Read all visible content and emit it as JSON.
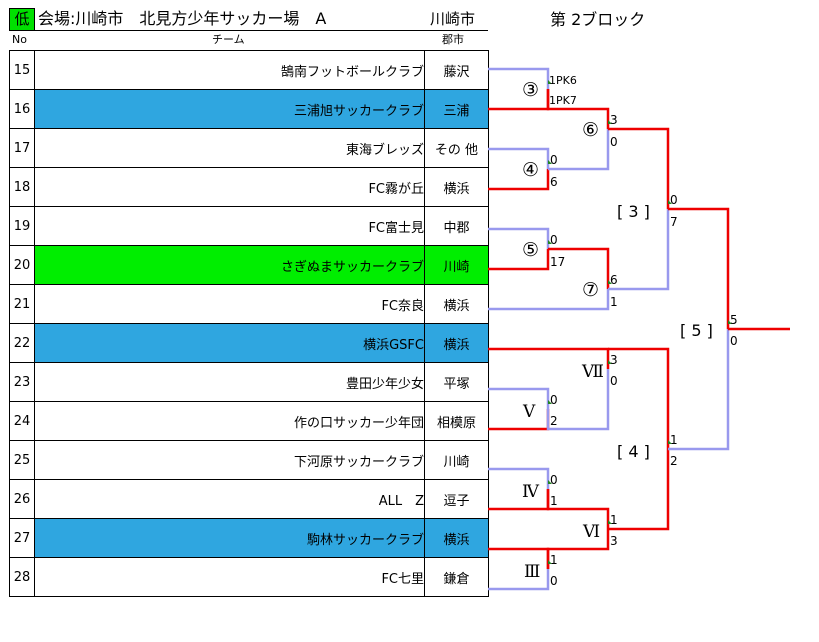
{
  "header": {
    "badge": "低",
    "venue": "会場:川崎市　北見方少年サッカー場　A",
    "city": "川崎市",
    "block": "第 2ブロック",
    "col_no": "No",
    "col_team": "チーム",
    "col_city": "郡市"
  },
  "colors": {
    "win_line": "#ee0000",
    "loss_line": "#9999ee",
    "blue_row": "#2fa6e0",
    "green_row": "#00ee00",
    "badge": "#00e000"
  },
  "teams": [
    {
      "no": "15",
      "name": "鵠南フットボールクラブ",
      "city": "藤沢",
      "hl": ""
    },
    {
      "no": "16",
      "name": "三浦旭サッカークラブ",
      "city": "三浦",
      "hl": "blue"
    },
    {
      "no": "17",
      "name": "東海ブレッズ",
      "city": "その 他",
      "hl": ""
    },
    {
      "no": "18",
      "name": "FC霧が丘",
      "city": "横浜",
      "hl": ""
    },
    {
      "no": "19",
      "name": "FC富士見",
      "city": "中郡",
      "hl": ""
    },
    {
      "no": "20",
      "name": "さぎぬまサッカークラブ",
      "city": "川崎",
      "hl": "green"
    },
    {
      "no": "21",
      "name": "FC奈良",
      "city": "横浜",
      "hl": ""
    },
    {
      "no": "22",
      "name": "横浜GSFC",
      "city": "横浜",
      "hl": "blue"
    },
    {
      "no": "23",
      "name": "豊田少年少女",
      "city": "平塚",
      "hl": ""
    },
    {
      "no": "24",
      "name": "作の口サッカー少年団",
      "city": "相模原",
      "hl": ""
    },
    {
      "no": "25",
      "name": "下河原サッカークラブ",
      "city": "川崎",
      "hl": ""
    },
    {
      "no": "26",
      "name": "ALL　Z",
      "city": "逗子",
      "hl": ""
    },
    {
      "no": "27",
      "name": "駒林サッカークラブ",
      "city": "横浜",
      "hl": "blue"
    },
    {
      "no": "28",
      "name": "FC七里",
      "city": "鎌倉",
      "hl": ""
    }
  ],
  "bracket": {
    "m3": {
      "label": "③",
      "top": "1PK6",
      "bottom": "1PK7"
    },
    "m4": {
      "label": "④",
      "top": "0",
      "bottom": "6"
    },
    "m5": {
      "label": "⑤",
      "top": "0",
      "bottom": "17"
    },
    "m6": {
      "label": "⑥",
      "top": "3",
      "bottom": "0"
    },
    "m7": {
      "label": "⑦",
      "top": "6",
      "bottom": "1"
    },
    "mIII": {
      "label": "Ⅲ",
      "top": "1",
      "bottom": "0"
    },
    "mIV": {
      "label": "Ⅳ",
      "top": "0",
      "bottom": "1"
    },
    "mV": {
      "label": "Ⅴ",
      "top": "0",
      "bottom": "2"
    },
    "mVI": {
      "label": "Ⅵ",
      "top": "1",
      "bottom": "3"
    },
    "mVII": {
      "label": "Ⅶ",
      "top": "3",
      "bottom": "0"
    },
    "b3": {
      "label": "[ 3 ]",
      "top": "0",
      "bottom": "7"
    },
    "b4": {
      "label": "[ 4 ]",
      "top": "1",
      "bottom": "2"
    },
    "b5": {
      "label": "[ 5 ]",
      "top": "5",
      "bottom": "0"
    }
  }
}
